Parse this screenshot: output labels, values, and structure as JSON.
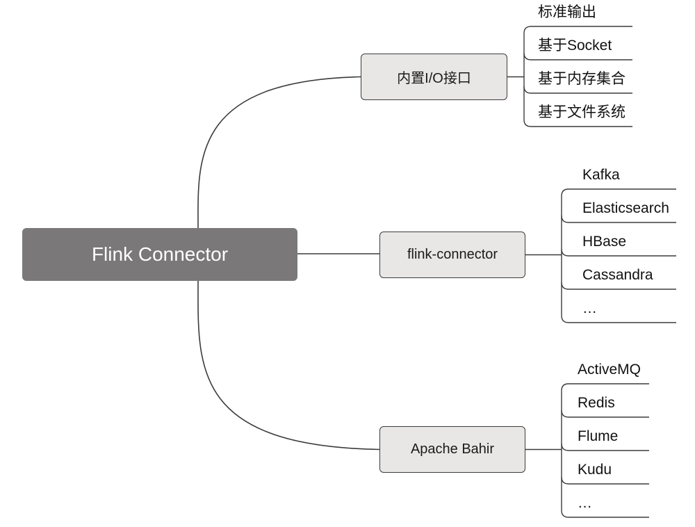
{
  "root": {
    "label": "Flink Connector"
  },
  "branches": [
    {
      "id": "builtin",
      "label": "内置I/O接口",
      "leaves": [
        "标准输出",
        "基于Socket",
        "基于内存集合",
        "基于文件系统"
      ]
    },
    {
      "id": "flink-connector",
      "label": "flink-connector",
      "leaves": [
        "Kafka",
        "Elasticsearch",
        "HBase",
        "Cassandra",
        "…"
      ]
    },
    {
      "id": "bahir",
      "label": "Apache Bahir",
      "leaves": [
        "ActiveMQ",
        "Redis",
        "Flume",
        "Kudu",
        "…"
      ]
    }
  ],
  "colors": {
    "root_fill": "#7a7878",
    "branch_fill": "#e9e7e6",
    "line": "#3b3b3b"
  }
}
